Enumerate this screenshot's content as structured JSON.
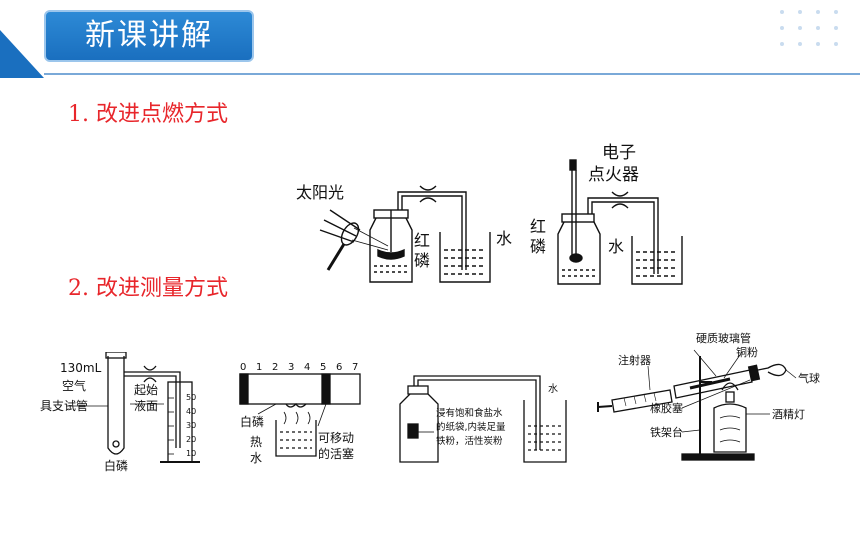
{
  "header": {
    "title": "新课讲解"
  },
  "sections": [
    {
      "label": "1. 改进点燃方式"
    },
    {
      "label": "2. 改进测量方式"
    }
  ],
  "fig1": {
    "sunlight": "太阳光",
    "red_phos": "红\n磷",
    "water": "水"
  },
  "fig2": {
    "igniter": "电子\n点火器",
    "red_phos": "红\n磷",
    "water": "水"
  },
  "fig3": {
    "volume": "130mL",
    "air": "空气",
    "tube": "具支试管",
    "start_level": "起始\n液面",
    "white_phos": "白磷",
    "ticks": [
      "50",
      "40",
      "30",
      "20",
      "10"
    ]
  },
  "fig4": {
    "scale": [
      "0",
      "1",
      "2",
      "3",
      "4",
      "5",
      "6",
      "7"
    ],
    "white_phos": "白磷",
    "hot_water": "热\n水",
    "piston": "可移动\n的活塞"
  },
  "fig5": {
    "water": "水",
    "bag_text": [
      "浸有饱和食盐水",
      "的纸袋,内装足量",
      "铁粉，活性炭粉"
    ]
  },
  "fig6": {
    "glass_tube": "硬质玻璃管",
    "copper": "铜粉",
    "syringe": "注射器",
    "balloon": "气球",
    "stopper": "橡胶塞",
    "lamp": "酒精灯",
    "stand": "铁架台"
  }
}
